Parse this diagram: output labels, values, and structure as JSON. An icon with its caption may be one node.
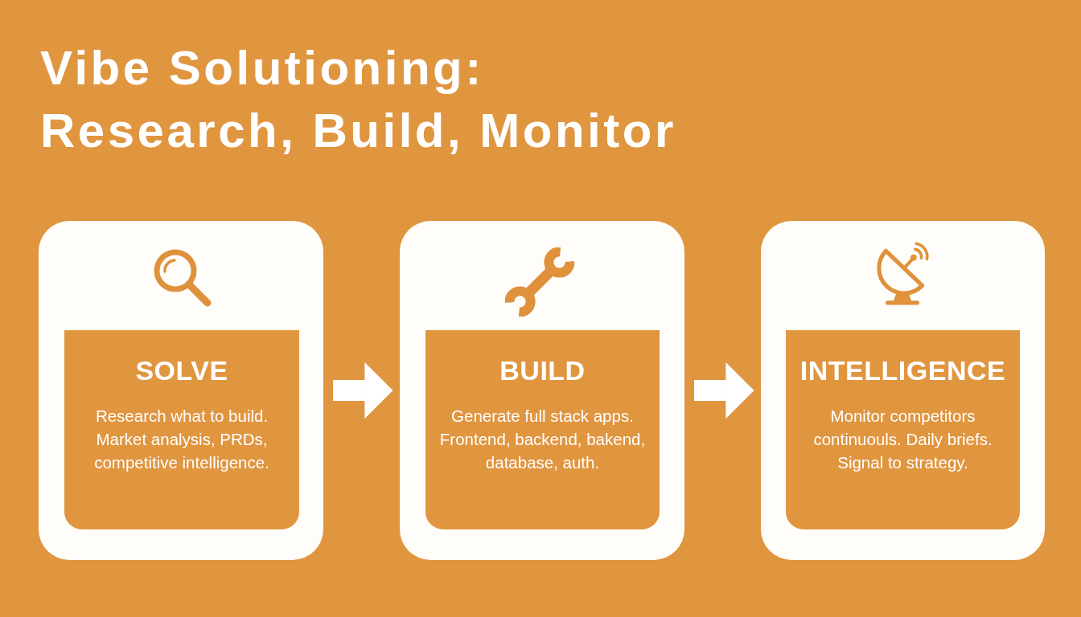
{
  "diagram": {
    "title": "Vibe Solutioning: Research, Build, Monitor",
    "nodes": [
      {
        "text": [],
        "shape": "box"
      },
      {
        "text": [
          "SOLVE",
          "Research what to build. Market analysis, PRDs, competitive intelligence."
        ],
        "in": 0
      },
      {
        "text": [],
        "shape": "box"
      },
      {
        "text": [
          "BUILD",
          "Generate full stack apps. Frontend, backend, bakend, database, auth."
        ],
        "in": 2
      },
      {
        "text": [],
        "shape": "box"
      },
      {
        "text": [
          "INTELLIGENCE",
          "Monitor competitors continuouls. Daily briefs. Signal to strategy."
        ],
        "in": 4
      }
    ],
    "edges": [
      {
        "from": 0,
        "to": 2,
        "arrow": "to"
      },
      {
        "from": 2,
        "to": 4,
        "arrow": "to"
      }
    ]
  }
}
